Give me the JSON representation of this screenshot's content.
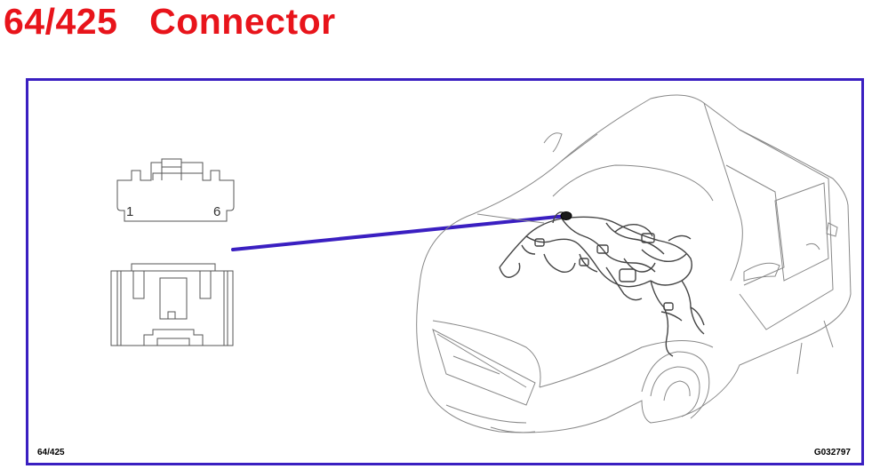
{
  "title": {
    "code": "64/425",
    "label": "Connector"
  },
  "connector": {
    "pin_first": "1",
    "pin_last": "6"
  },
  "footer": {
    "left_ref": "64/425",
    "right_ref": "G032797"
  },
  "colors": {
    "title": "#e8141b",
    "frame": "#3a1fc1",
    "pointer": "#3a1fc1",
    "line_art": "#7a7a7a"
  }
}
